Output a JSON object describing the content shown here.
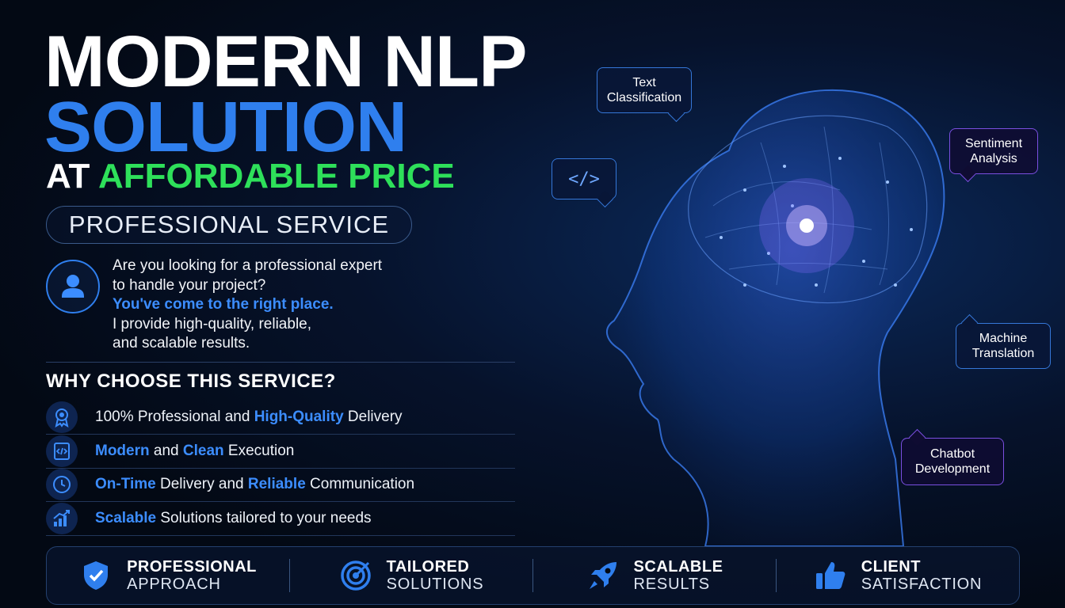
{
  "headline": {
    "line1": "MODERN NLP",
    "line2": "SOLUTION",
    "line3_a": "AT ",
    "line3_b": "AFFORDABLE PRICE"
  },
  "badge": "PROFESSIONAL SERVICE",
  "intro": {
    "line1": "Are you looking for a professional expert",
    "line2": "to handle your project?",
    "line3": "You've come to the right place.",
    "line4": "I provide high-quality, reliable,",
    "line5": "and scalable results."
  },
  "why_title": "WHY CHOOSE THIS SERVICE?",
  "features": [
    {
      "p1": "100% Professional and ",
      "b1": "High-Quality",
      "p2": " Delivery",
      "b2": "",
      "p3": ""
    },
    {
      "p1": "",
      "b1": "Modern",
      "p2": " and ",
      "b2": "Clean",
      "p3": " Execution"
    },
    {
      "p1": "",
      "b1": "On-Time",
      "p2": " Delivery and ",
      "b2": "Reliable",
      "p3": " Communication"
    },
    {
      "p1": "",
      "b1": "Scalable",
      "p2": " Solutions tailored to your needs",
      "b2": "",
      "p3": ""
    }
  ],
  "footer": [
    {
      "t1": "PROFESSIONAL",
      "t2": "APPROACH",
      "icon": "shield-check-icon"
    },
    {
      "t1": "TAILORED",
      "t2": "SOLUTIONS",
      "icon": "target-icon"
    },
    {
      "t1": "SCALABLE",
      "t2": "RESULTS",
      "icon": "rocket-icon"
    },
    {
      "t1": "CLIENT",
      "t2": "SATISFACTION",
      "icon": "thumbs-up-icon"
    }
  ],
  "bubbles": {
    "code": "</>",
    "text_classification_1": "Text",
    "text_classification_2": "Classification",
    "sentiment_1": "Sentiment",
    "sentiment_2": "Analysis",
    "translation_1": "Machine",
    "translation_2": "Translation",
    "chatbot_1": "Chatbot",
    "chatbot_2": "Development"
  },
  "colors": {
    "accent_blue": "#2f7fee",
    "accent_green": "#2ee05a",
    "accent_purple": "#7a4fe0",
    "background": "#030914"
  }
}
